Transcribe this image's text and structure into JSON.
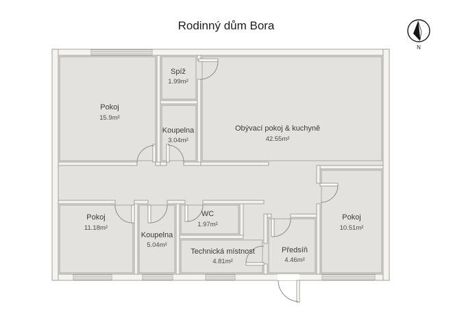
{
  "title": "Rodinný dům Bora",
  "compass": {
    "label": "N"
  },
  "colors": {
    "floor": "#e3e2de",
    "wall": "#f4f3ef",
    "wall_stroke": "#9a9a96",
    "door_line": "#8a8a86",
    "background": "#ffffff"
  },
  "rooms": {
    "pokoj_top_left": {
      "name": "Pokoj",
      "area": "15.9m²"
    },
    "spiz": {
      "name": "Spíž",
      "area": "1.99m²"
    },
    "koupelna_top": {
      "name": "Koupelna",
      "area": "3.04m²"
    },
    "living_kitchen": {
      "name": "Obývací pokoj & kuchyně",
      "area": "42.55m²"
    },
    "pokoj_bottom_left": {
      "name": "Pokoj",
      "area": "11.18m²"
    },
    "koupelna_bottom": {
      "name": "Koupelna",
      "area": "5.04m²"
    },
    "wc": {
      "name": "WC",
      "area": "1.97m²"
    },
    "technicka": {
      "name": "Technická místnost",
      "area": "4.81m²"
    },
    "predsin": {
      "name": "Předsíň",
      "area": "4.46m²"
    },
    "pokoj_right": {
      "name": "Pokoj",
      "area": "10.51m²"
    }
  }
}
